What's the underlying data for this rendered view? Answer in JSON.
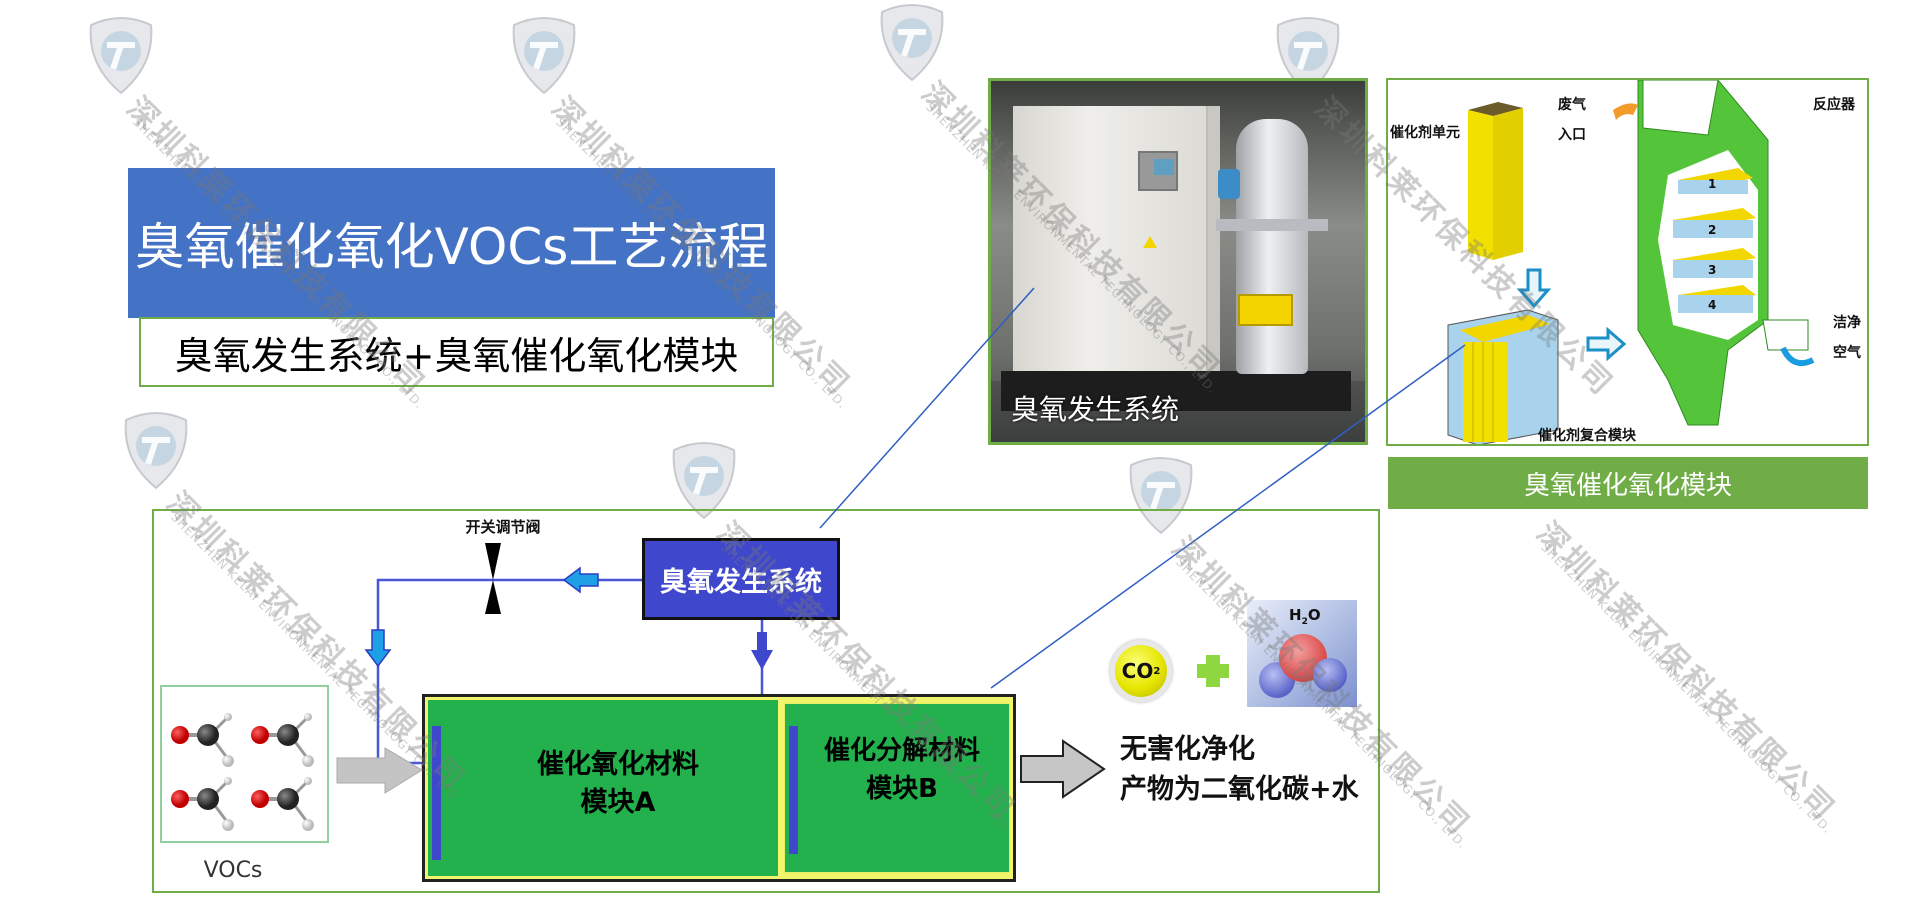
{
  "header": {
    "title": "臭氧催化氧化VOCs工艺流程",
    "subtitle": "臭氧发生系统+臭氧催化氧化模块"
  },
  "photo_panel": {
    "caption": "臭氧发生系统"
  },
  "reactor_panel": {
    "labels": {
      "catalyst_unit": "催化剂单元",
      "waste_gas": "废气",
      "inlet": "入口",
      "reactor": "反应器",
      "clean": "洁净",
      "air": "空气",
      "composite_module": "催化剂复合模块",
      "layers": [
        "1",
        "2",
        "3",
        "4"
      ]
    },
    "bar_label": "臭氧催化氧化模块"
  },
  "flow_diagram": {
    "valve_label": "开关调节阀",
    "ozone_system": "臭氧发生系统",
    "vocs_label": "VOCs",
    "module_a": {
      "line1": "催化氧化材料",
      "line2": "模块A"
    },
    "module_b": {
      "line1": "催化分解材料",
      "line2": "模块B"
    },
    "products": {
      "co2": "CO",
      "co2_sub": "2",
      "plus": "+",
      "h2o": "H",
      "h2o_sub": "2",
      "h2o_o": "O"
    },
    "output_text": {
      "line1": "无害化净化",
      "line2": "产物为二氧化碳+水"
    }
  },
  "watermark": {
    "cn": "深圳科莱环保科技有限公司",
    "en": "SHENZHEN KELAI ENVIRONMENTAL TECHNOLOGY CO., LTD."
  },
  "colors": {
    "title_blue": "#4472c4",
    "accent_green": "#70ad47",
    "module_green": "#22b14c",
    "ozone_box_blue": "#3f48cc",
    "pipe_blue": "#4a55d8",
    "arrow_cyan": "#1ea0e6",
    "connector_line": "#2f5fc4"
  }
}
